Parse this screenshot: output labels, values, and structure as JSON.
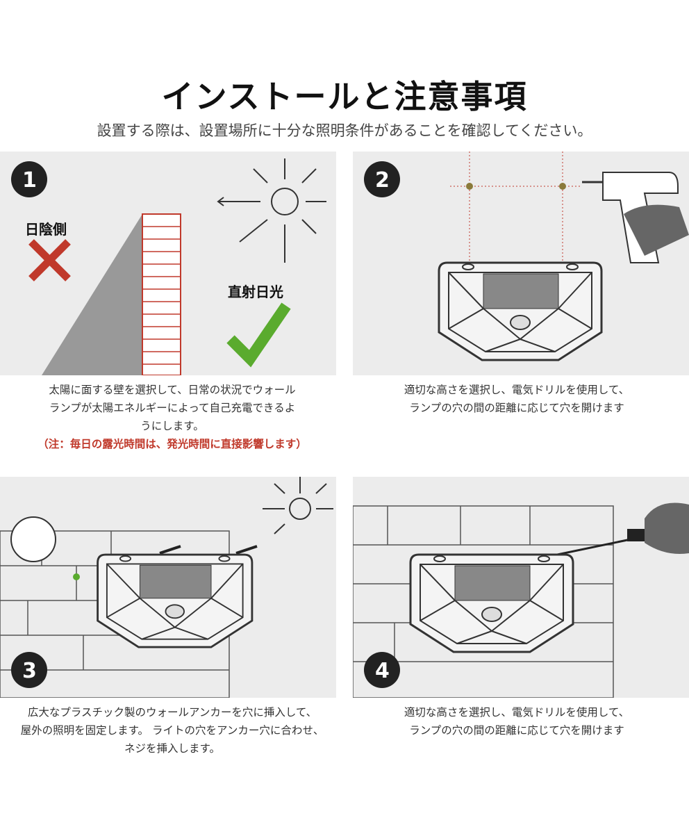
{
  "header": {
    "title": "インストールと注意事項",
    "subtitle": "設置する際は、設置場所に十分な照明条件があることを確認してください。"
  },
  "steps": [
    {
      "number": "1",
      "label_bad": "日陰側",
      "label_good": "直射日光",
      "caption_lines": [
        "太陽に面する壁を選択して、日常の状況でウォール",
        "ランプが太陽エネルギーによって自己充電できるよ",
        "うにします。"
      ],
      "note": "（注：毎日の露光時間は、発光時間に直接影響します）"
    },
    {
      "number": "2",
      "caption_lines": [
        "適切な高さを選択し、電気ドリルを使用して、",
        "ランプの穴の間の距離に応じて穴を開けます"
      ]
    },
    {
      "number": "3",
      "caption_lines": [
        "広大なプラスチック製のウォールアンカーを穴に挿入して、",
        "屋外の照明を固定します。 ライトの穴をアンカー穴に合わせ、",
        "ネジを挿入します。"
      ]
    },
    {
      "number": "4",
      "caption_lines": [
        "適切な高さを選択し、電気ドリルを使用して、",
        "ランプの穴の間の距離に応じて穴を開けます"
      ]
    }
  ],
  "colors": {
    "panel_bg": "#ececec",
    "brick_red": "#c0392b",
    "check_green": "#5aab2e",
    "note_red": "#c0392b"
  }
}
